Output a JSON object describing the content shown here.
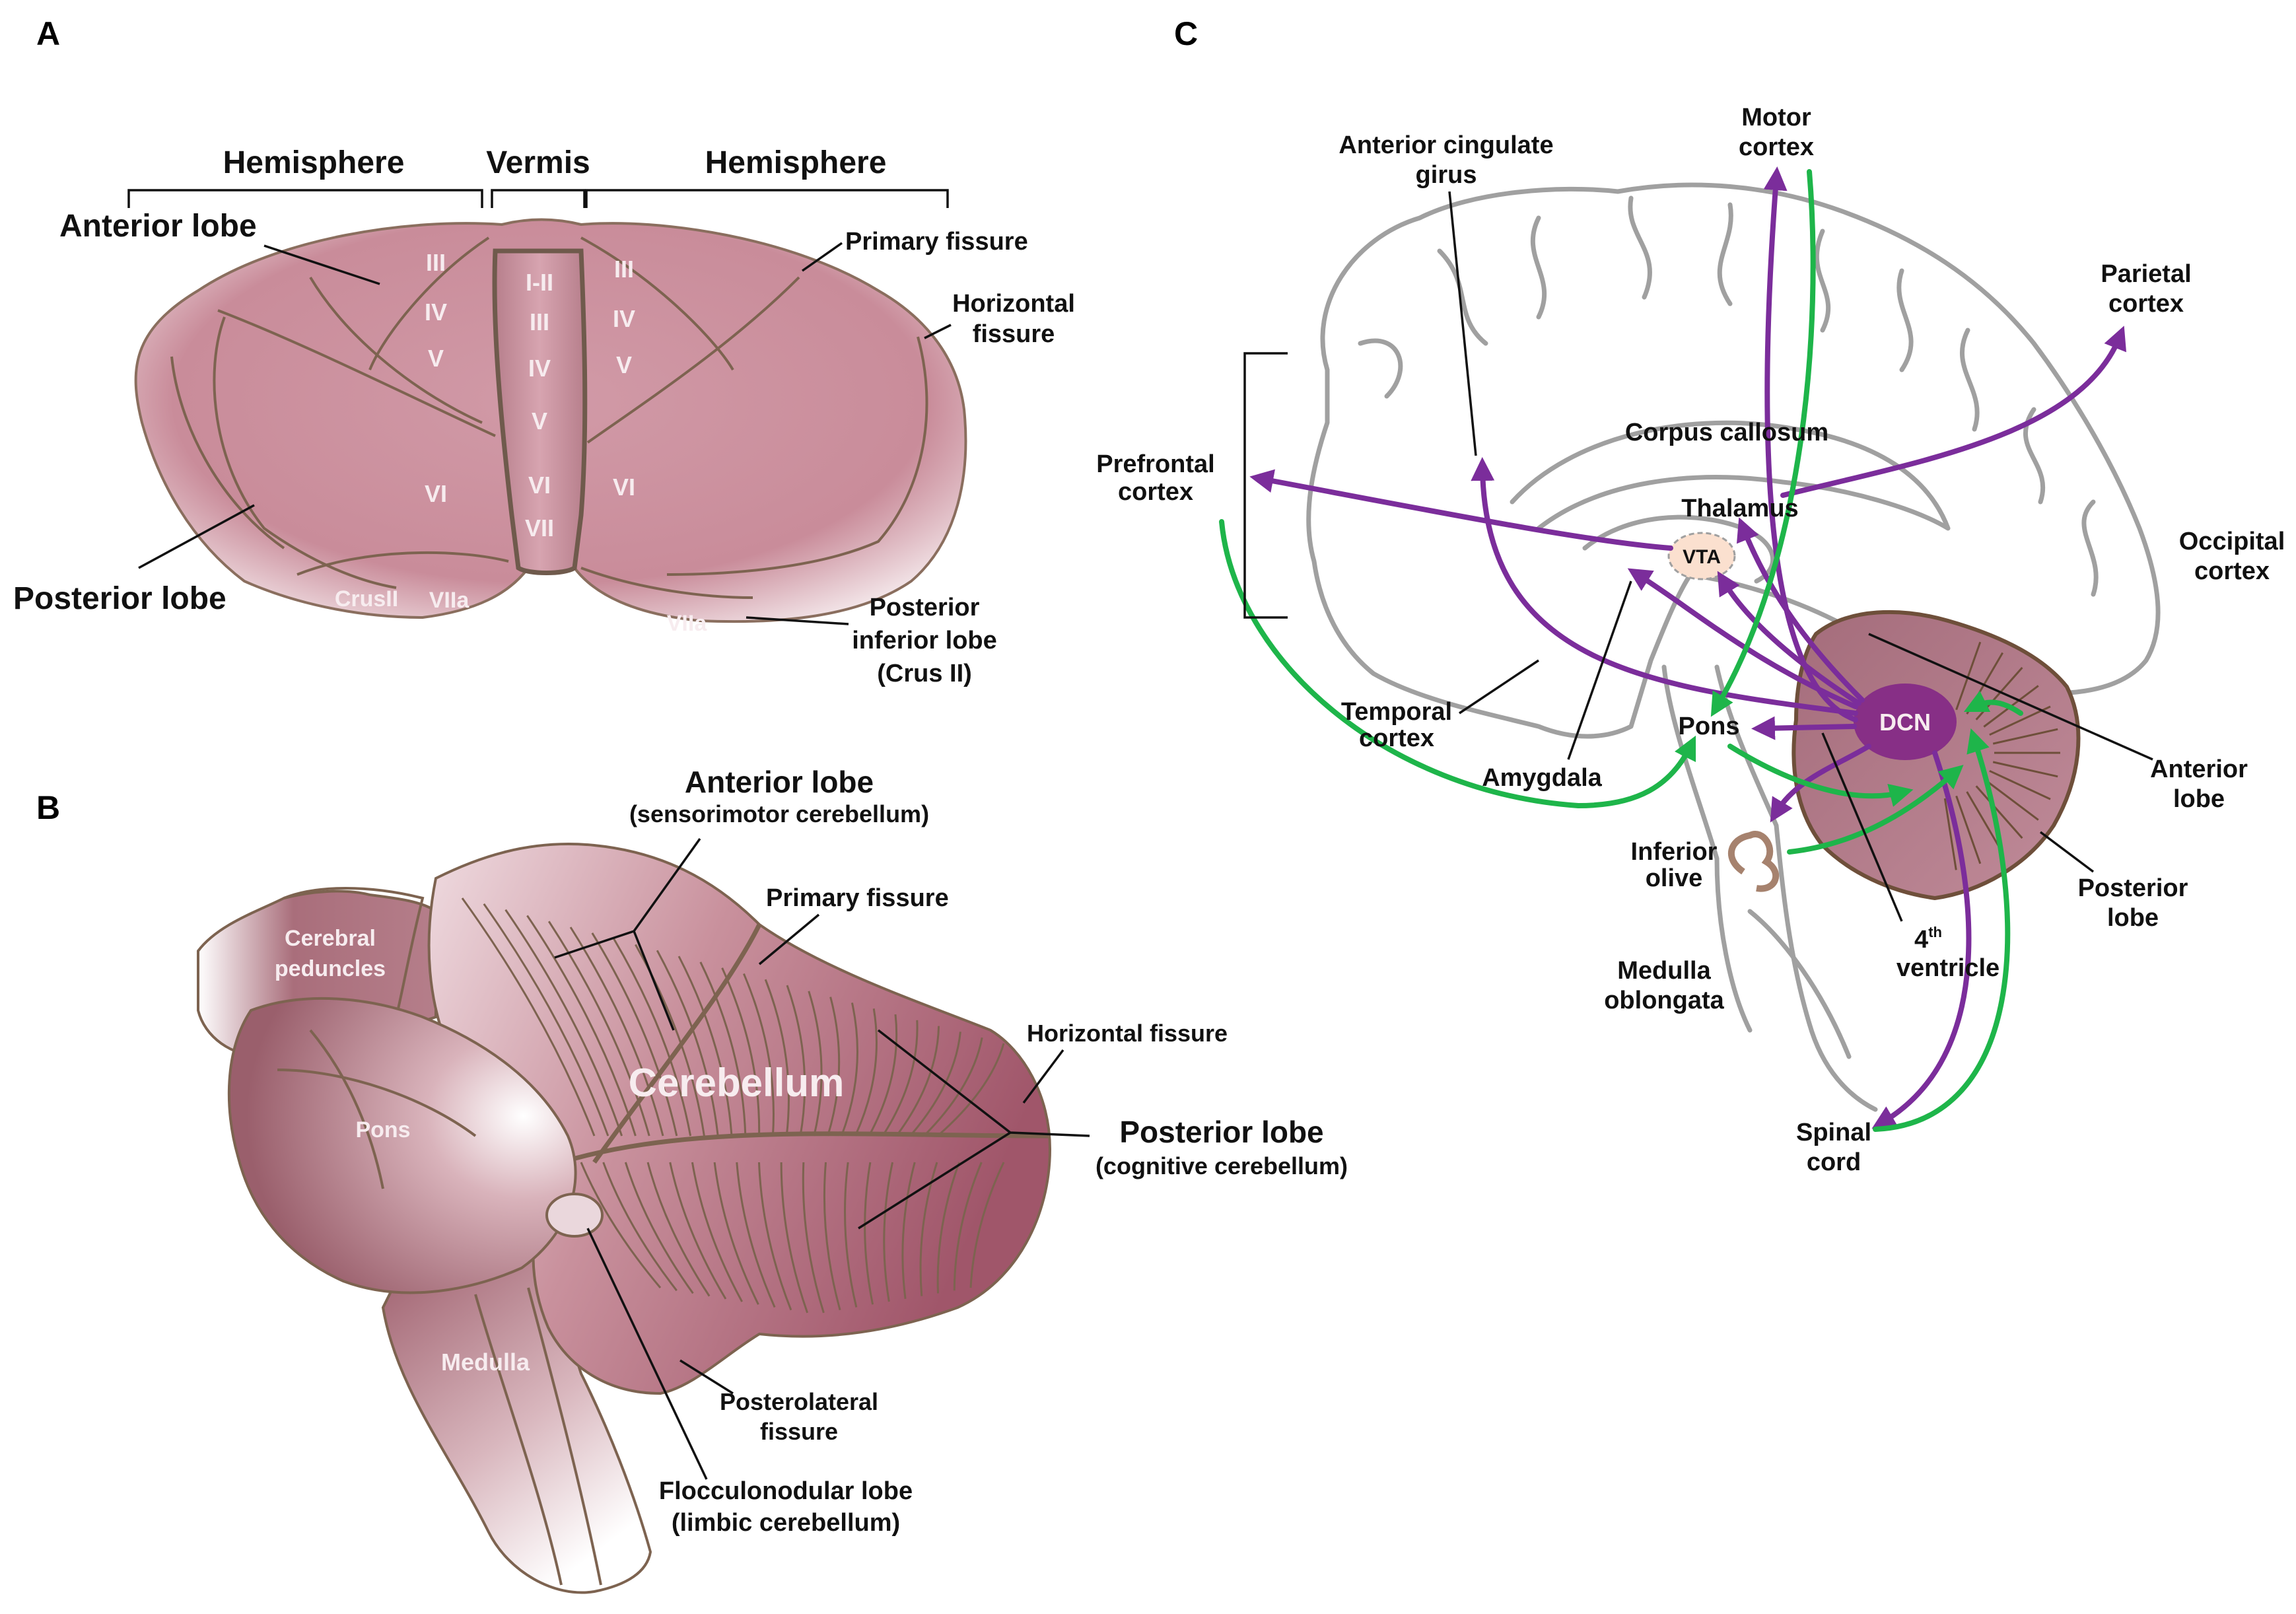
{
  "panels": {
    "a": "A",
    "b": "B",
    "c": "C"
  },
  "panel_a": {
    "hemisphere_left": "Hemisphere",
    "vermis": "Vermis",
    "hemisphere_right": "Hemisphere",
    "anterior_lobe": "Anterior lobe",
    "primary_fissure": "Primary fissure",
    "horizontal_fissure": [
      "Horizontal",
      "fissure"
    ],
    "posterior_lobe": "Posterior lobe",
    "posterior_inferior_lobe": [
      "Posterior",
      "inferior lobe",
      "(Crus II)"
    ],
    "left_lobules": [
      "III",
      "IV",
      "V",
      "VI"
    ],
    "vermis_lobules": [
      "I-II",
      "III",
      "IV",
      "V",
      "VI",
      "VII"
    ],
    "right_lobules": [
      "III",
      "IV",
      "V",
      "VI"
    ],
    "crus_ii": "CrusII",
    "viia_left": "VIIa",
    "viia_right": "VIIa"
  },
  "panel_b": {
    "anterior_lobe": "Anterior lobe",
    "anterior_sub": "(sensorimotor cerebellum)",
    "primary_fissure": "Primary fissure",
    "horizontal_fissure": "Horizontal fissure",
    "posterior_lobe": "Posterior lobe",
    "posterior_sub": "(cognitive cerebellum)",
    "cerebellum": "Cerebellum",
    "cerebral_peduncles": [
      "Cerebral",
      "peduncles"
    ],
    "pons": "Pons",
    "medulla": "Medulla",
    "posterolateral_fissure": [
      "Posterolateral",
      "fissure"
    ],
    "flocculonodular_lobe": [
      "Flocculonodular lobe",
      "(limbic cerebellum)"
    ]
  },
  "panel_c": {
    "motor_cortex": [
      "Motor",
      "cortex"
    ],
    "anterior_cingulate": [
      "Anterior cingulate",
      "girus"
    ],
    "parietal_cortex": [
      "Parietal",
      "cortex"
    ],
    "corpus_callosum": "Corpus callosum",
    "prefrontal_cortex": [
      "Prefrontal",
      "cortex"
    ],
    "thalamus": "Thalamus",
    "vta": "VTA",
    "occipital_cortex": [
      "Occipital",
      "cortex"
    ],
    "temporal_cortex": [
      "Temporal",
      "cortex"
    ],
    "amygdala": "Amygdala",
    "pons": "Pons",
    "dcn": "DCN",
    "anterior_lobe": [
      "Anterior",
      "lobe"
    ],
    "inferior_olive": [
      "Inferior",
      "olive"
    ],
    "posterior_lobe": [
      "Posterior",
      "lobe"
    ],
    "fourth_ventricle_num": "4",
    "fourth_ventricle_sup": "th",
    "fourth_ventricle_word": "ventricle",
    "medulla_oblongata": [
      "Medulla",
      "oblongata"
    ],
    "spinal_cord": [
      "Spinal",
      "cord"
    ]
  },
  "colors": {
    "cerebellum_pink": "#cf97a4",
    "brainstem_mauve": "#a9707c",
    "projection_purple": "#7b2d9b",
    "input_green": "#1eb54a",
    "outline_gray": "#a0a0a0",
    "vta_fill": "#fbe0cf",
    "dcn_fill": "#872f86"
  }
}
